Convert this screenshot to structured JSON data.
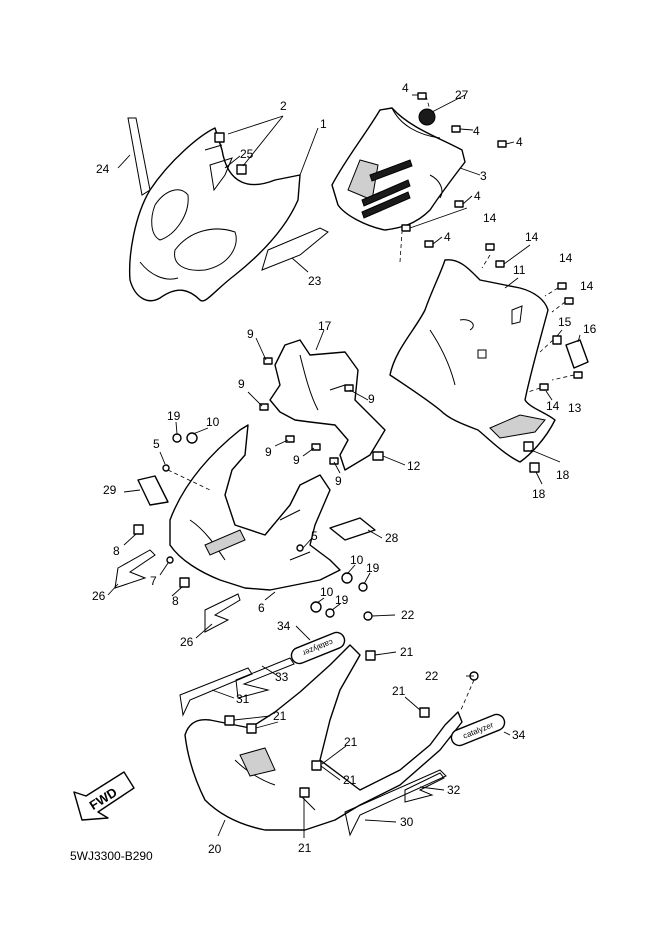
{
  "diagram": {
    "catalog_number": "5WJ3300-B290",
    "fwd_label": "FWD",
    "catalyzer_label": "catalyzer",
    "part_numbers": [
      "1",
      "2",
      "3",
      "4",
      "5",
      "6",
      "7",
      "8",
      "9",
      "10",
      "11",
      "12",
      "13",
      "14",
      "15",
      "16",
      "17",
      "18",
      "19",
      "20",
      "21",
      "22",
      "23",
      "24",
      "25",
      "26",
      "27",
      "28",
      "29",
      "30",
      "31",
      "32",
      "33",
      "34"
    ]
  }
}
